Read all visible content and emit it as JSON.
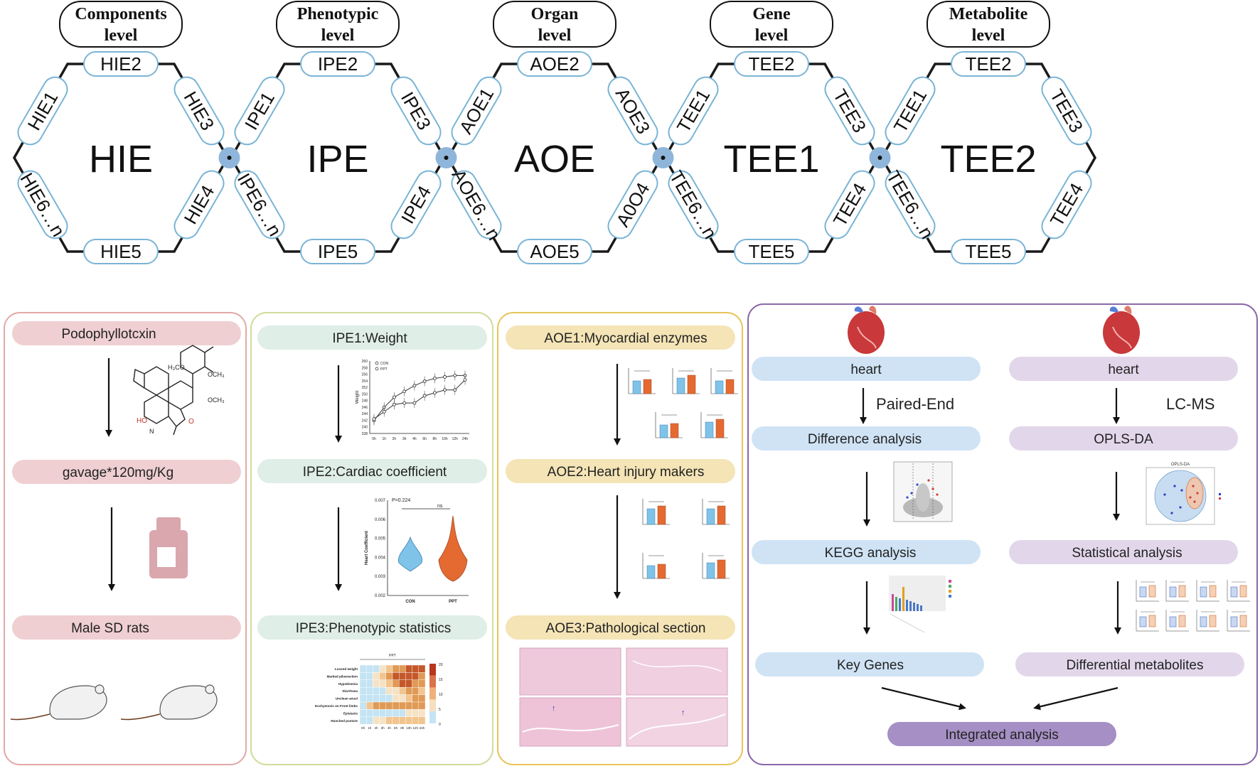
{
  "levels": [
    {
      "title_line1": "Components",
      "title_line2": "level"
    },
    {
      "title_line1": "Phenotypic",
      "title_line2": "level"
    },
    {
      "title_line1": "Organ",
      "title_line2": "level"
    },
    {
      "title_line1": "Gene",
      "title_line2": "level"
    },
    {
      "title_line1": "Metabolite",
      "title_line2": "level"
    }
  ],
  "hexagons": [
    {
      "center": "HIE",
      "nodes": [
        "HIE2",
        "HIE3",
        "HIE4",
        "HIE5",
        "HIE6…n",
        "HIE1"
      ]
    },
    {
      "center": "IPE",
      "nodes": [
        "IPE2",
        "IPE3",
        "IPE4",
        "IPE5",
        "IPE6…n",
        "IPE1"
      ]
    },
    {
      "center": "AOE",
      "nodes": [
        "AOE2",
        "AOE3",
        "A0O4",
        "AOE5",
        "AOE6…n",
        "AOE1"
      ]
    },
    {
      "center": "TEE1",
      "nodes": [
        "TEE2",
        "TEE3",
        "TEE4",
        "TEE5",
        "TEE6…n",
        "TEE1"
      ]
    },
    {
      "center": "TEE2",
      "nodes": [
        "TEE2",
        "TEE3",
        "TEE4",
        "TEE5",
        "TEE6…n",
        "TEE1"
      ]
    }
  ],
  "panel1": {
    "steps": [
      "Podophyllotcxin",
      "gavage*120mg/Kg",
      "Male SD rats"
    ]
  },
  "panel2": {
    "steps": [
      "IPE1:Weight",
      "IPE2:Cardiac coefficient",
      "IPE3:Phenotypic statistics"
    ],
    "weight_chart": {
      "ylabel": "Weight",
      "legend": [
        "CON",
        "PPT"
      ],
      "yticks": [
        "260",
        "258",
        "256",
        "254",
        "252",
        "250",
        "248",
        "246",
        "244",
        "242",
        "240",
        "238"
      ],
      "xticks": [
        "0h",
        "1h",
        "2h",
        "3h",
        "4h",
        "6h",
        "8h",
        "10h",
        "12h",
        "24h"
      ]
    },
    "violin_chart": {
      "pvalue": "P=0.224",
      "ns": "ns",
      "ylabel": "Heart Coefficient",
      "yticks": [
        "0.007",
        "0.006",
        "0.005",
        "0.004",
        "0.003",
        "0.002"
      ],
      "categories": [
        "CON",
        "PPT"
      ]
    },
    "heatmap": {
      "title": "PPT",
      "rows": [
        "Loosed weight",
        "Marked piloerection",
        "Hypokinesia",
        "Diarrhoea",
        "Unclean anusl",
        "Ecchymosis on Front limbs",
        "Epistaxis",
        "Hunched posture"
      ],
      "cols": [
        "0h",
        "1h",
        "2h",
        "3h",
        "4h",
        "6h",
        "8h",
        "10h",
        "12h",
        "24h"
      ],
      "scale": [
        "20",
        "15",
        "10",
        "5",
        "0"
      ]
    }
  },
  "panel3": {
    "steps": [
      "AOE1:Myocardial enzymes",
      "AOE2:Heart injury makers",
      "AOE3:Pathological section"
    ]
  },
  "panel4": {
    "left": {
      "organ": "heart",
      "method": "Paired-End",
      "steps": [
        "Difference analysis",
        "KEGG analysis",
        "Key Genes"
      ]
    },
    "right": {
      "organ": "heart",
      "method": "LC-MS",
      "steps": [
        "OPLS-DA",
        "Statistical analysis",
        "Differential metabolites"
      ],
      "opls_title": "OPLS-DA"
    },
    "final": "Integrated analysis"
  },
  "colors": {
    "hex_line": "#1a1a1a",
    "node_border": "#7ab4d6",
    "junction": "#8fb6da",
    "panel1_border": "#e3a9a9",
    "panel1_pill": "#efcfd1",
    "panel2_border": "#cfdc9a",
    "panel2_pill": "#dfeee6",
    "panel3_border": "#e8c55a",
    "panel3_pill": "#f4e4b6",
    "panel4_border": "#8a67a8",
    "blue_pill": "#cfe3f5",
    "purple_pill": "#e2d7ea",
    "final_pill": "#a58fc4",
    "con": "#7fc3e8",
    "ppt": "#e46a32"
  }
}
